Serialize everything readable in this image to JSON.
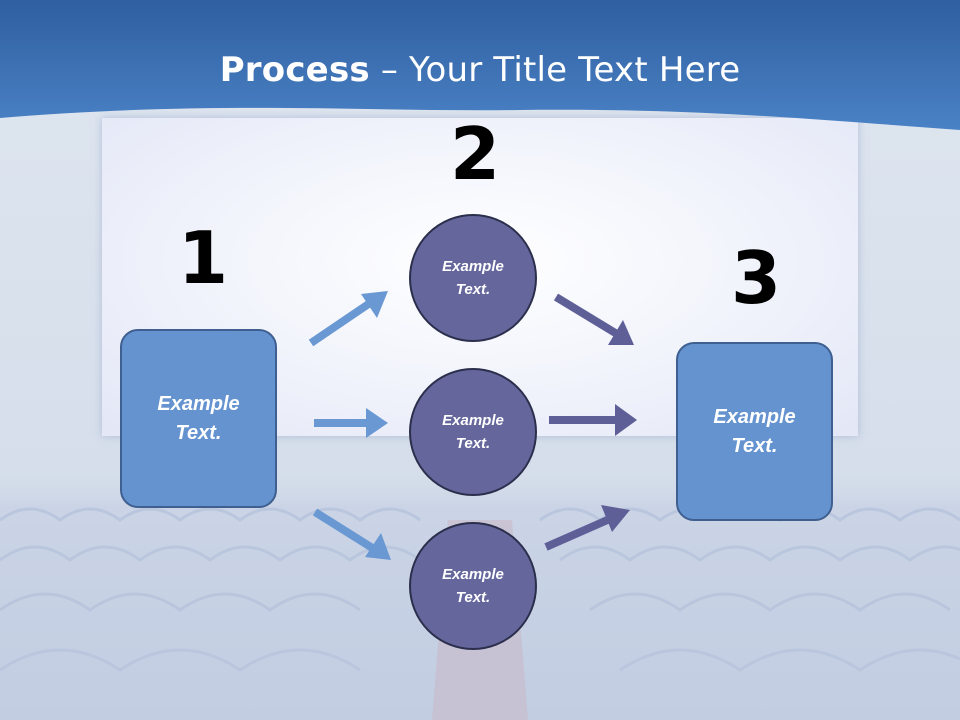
{
  "title": {
    "bold": "Process",
    "rest": " – Your Title Text Here"
  },
  "steps": [
    {
      "number": "1",
      "label": "Example\nText."
    },
    {
      "number": "2",
      "items": [
        "Example\nText.",
        "Example\nText.",
        "Example\nText."
      ]
    },
    {
      "number": "3",
      "label": "Example\nText."
    }
  ],
  "colors": {
    "box": "#6593cf",
    "circle": "#64669c",
    "arrow_light": "#6a98d3",
    "arrow_dark": "#5f5f98",
    "header": "#3f73b8"
  }
}
